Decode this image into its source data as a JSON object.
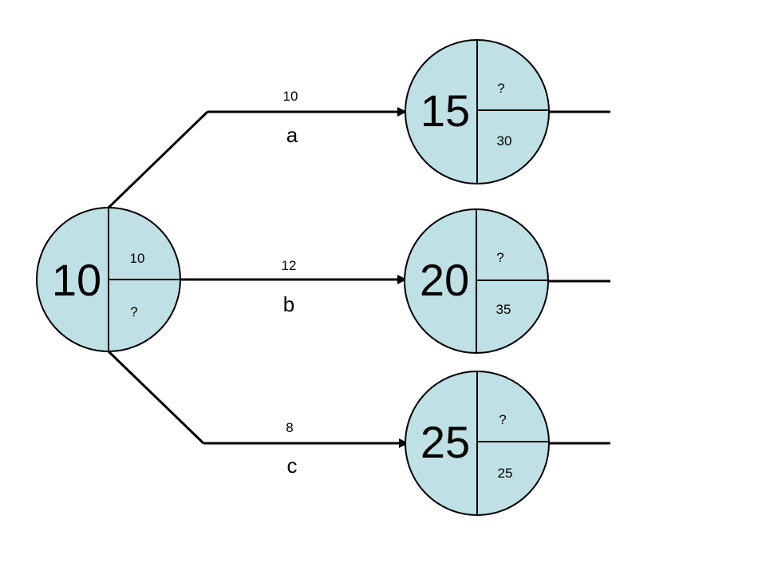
{
  "colors": {
    "node_fill": "#bfe0e4",
    "stroke": "#000000",
    "background": "#ffffff"
  },
  "nodes": {
    "start": {
      "number": "10",
      "top_value": "10",
      "bottom_value": "?"
    },
    "a": {
      "number": "15",
      "top_value": "?",
      "bottom_value": "30"
    },
    "b": {
      "number": "20",
      "top_value": "?",
      "bottom_value": "35"
    },
    "c": {
      "number": "25",
      "top_value": "?",
      "bottom_value": "25"
    }
  },
  "edges": {
    "a": {
      "duration": "10",
      "name": "a"
    },
    "b": {
      "duration": "12",
      "name": "b"
    },
    "c": {
      "duration": "8",
      "name": "c"
    }
  }
}
